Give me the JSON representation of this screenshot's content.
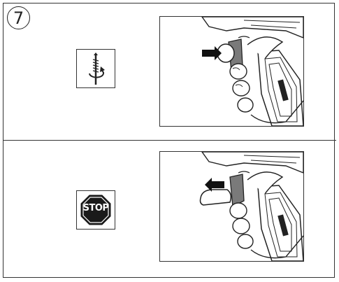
{
  "step": {
    "number": "7"
  },
  "rows": [
    {
      "icon": "screw-rotate-icon",
      "action": "press-trigger"
    },
    {
      "icon": "stop-sign-icon",
      "stop_label": "STOP",
      "action": "release-trigger"
    }
  ],
  "colors": {
    "line": "#333333",
    "trigger": "#7a7a7a",
    "stop_fill": "#1a1a1a"
  }
}
